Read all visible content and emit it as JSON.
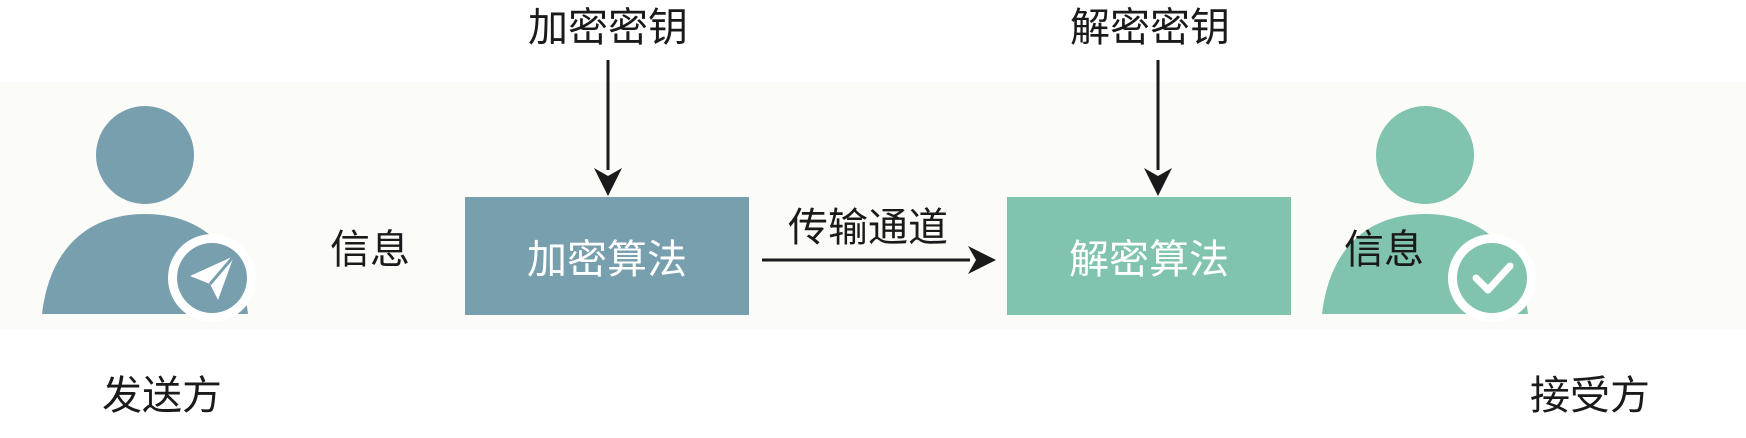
{
  "sender": {
    "label": "发送方",
    "message_label": "信息",
    "badge_icon": "paper-plane-icon",
    "color": "#789fae"
  },
  "receiver": {
    "label": "接受方",
    "message_label": "信息",
    "badge_icon": "checkmark-icon",
    "color": "#80c3ae"
  },
  "encryption": {
    "key_label": "加密密钥",
    "algorithm_label": "加密算法",
    "color": "#789fae"
  },
  "decryption": {
    "key_label": "解密密钥",
    "algorithm_label": "解密算法",
    "color": "#80c3ae"
  },
  "channel": {
    "label": "传输通道"
  }
}
